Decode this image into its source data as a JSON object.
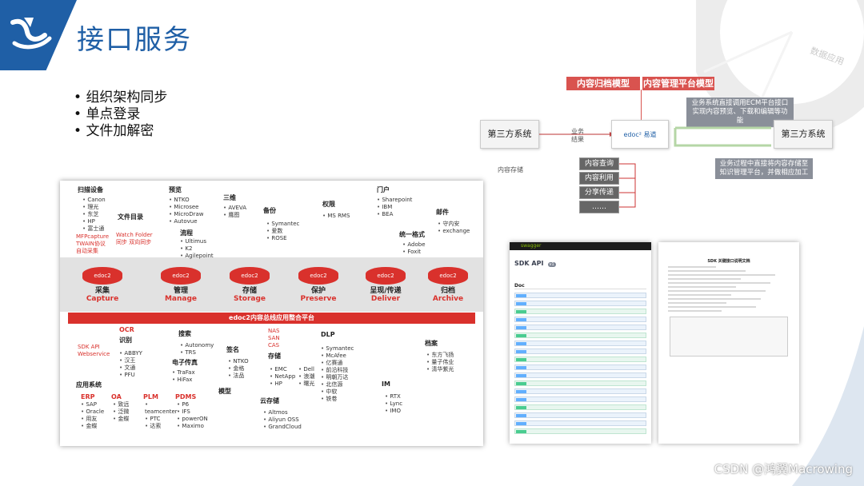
{
  "header": {
    "title": "接口服务"
  },
  "bullets": [
    "组织架构同步",
    "单点登录",
    "文件加解密"
  ],
  "watermark": [
    "数据应用"
  ],
  "content_model": {
    "tab_archive": "内容归档模型",
    "tab_platform": "内容管理平台模型",
    "left_system": "第三方系统",
    "right_system": "第三方系统",
    "flow_label": "业务结果",
    "storage_label": "内容存储",
    "brand": "edoc² 易道",
    "note_top": "业务系统直接调用ECM平台接口实现内容预览、下载和编辑等功能",
    "note_bottom": "业务过程中直接将内容存储至知识管理平台，并做相应加工",
    "options": [
      "内容查询",
      "内容利用",
      "分享传递",
      "……"
    ]
  },
  "architecture": {
    "bus": "edoc2内容总线应用整合平台",
    "nodes": [
      {
        "zh": "采集",
        "en": "Capture",
        "drum": "edoc2"
      },
      {
        "zh": "管理",
        "en": "Manage",
        "drum": "edoc2"
      },
      {
        "zh": "存储",
        "en": "Storage",
        "drum": "edoc2"
      },
      {
        "zh": "保护",
        "en": "Preserve",
        "drum": "edoc2"
      },
      {
        "zh": "呈现/传递",
        "en": "Deliver",
        "drum": "edoc2"
      },
      {
        "zh": "归档",
        "en": "Archive",
        "drum": "edoc2"
      }
    ],
    "top": {
      "scan": {
        "title": "扫描设备",
        "items": [
          "Canon",
          "理光",
          "东芝",
          "HP",
          "富士通"
        ]
      },
      "file_dir": {
        "title": "文件目录"
      },
      "mfp": "MFPcapture TWAIN协议 自动采集",
      "watch": "Watch Folder 同步 双向同步",
      "preview": {
        "title": "预览",
        "items": [
          "NTKO",
          "Microsee",
          "MicroDraw",
          "Autovue"
        ]
      },
      "flow": {
        "title": "流程",
        "items": [
          "Ultimus",
          "K2",
          "Agilepoint"
        ]
      },
      "threed": {
        "title": "三维",
        "items": [
          "AVEVA",
          "鹰图"
        ]
      },
      "backup": {
        "title": "备份",
        "items": [
          "Symantec",
          "爱数",
          "ROSE"
        ]
      },
      "rights": {
        "title": "权限",
        "items": [
          "MS RMS"
        ]
      },
      "portal": {
        "title": "门户",
        "items": [
          "Sharepoint",
          "IBM",
          "BEA"
        ]
      },
      "format": {
        "title": "统一格式",
        "items": [
          "Adobe",
          "Foxit"
        ]
      },
      "mail": {
        "title": "邮件",
        "items": [
          "守内安",
          "exchange"
        ]
      }
    },
    "bottom": {
      "ocr": "OCR",
      "recog": {
        "title": "识别",
        "items": [
          "ABBYY",
          "汉王",
          "文通",
          "PFU"
        ]
      },
      "sdk": "SDK API Webservice",
      "search": {
        "title": "搜索",
        "items": [
          "Autonomy",
          "TRS"
        ]
      },
      "fax": {
        "title": "电子传真",
        "items": [
          "TraFax",
          "HiFax"
        ]
      },
      "sign": {
        "title": "签名",
        "items": [
          "NTKO",
          "金格",
          "法品"
        ]
      },
      "apps": "应用系统",
      "erp": {
        "title": "ERP",
        "items": [
          "SAP",
          "Oracle",
          "用友",
          "金蝶"
        ]
      },
      "oa": {
        "title": "OA",
        "items": [
          "致远",
          "泛微",
          "金蝶"
        ]
      },
      "plm": {
        "title": "PLM",
        "items": [
          "teamcenter",
          "PTC",
          "达索"
        ]
      },
      "pdms": {
        "title": "PDMS",
        "items": [
          "P6",
          "IFS",
          "powerON",
          "Maximo"
        ]
      },
      "model": "模型",
      "storage_links": "NAS SAN CAS",
      "store": {
        "title": "存储",
        "items": [
          "EMC",
          "NetApp",
          "HP"
        ]
      },
      "store2": {
        "items": [
          "Dell",
          "浪潮",
          "曙光"
        ]
      },
      "cloud": {
        "title": "云存储",
        "items": [
          "Altmos",
          "Aliyun OSS",
          "GrandCloud"
        ]
      },
      "dlp": {
        "title": "DLP",
        "items": [
          "Symantec",
          "McAfee",
          "亿赛通",
          "前沿科技",
          "明朝万达",
          "北信源",
          "中软",
          "铁卷"
        ]
      },
      "im": {
        "title": "IM",
        "items": [
          "RTX",
          "Lync",
          "IMO"
        ]
      },
      "archive": {
        "title": "档案",
        "items": [
          "东方飞扬",
          "量子伟业",
          "清华紫光"
        ]
      }
    }
  },
  "swagger": {
    "brand": "swagger",
    "api_title": "SDK API",
    "section": "Doc",
    "badge": "v1"
  },
  "doc_page": {
    "title": "SDK 关键接口说明文档"
  },
  "footer": "CSDN @鸿翼Macrowing"
}
